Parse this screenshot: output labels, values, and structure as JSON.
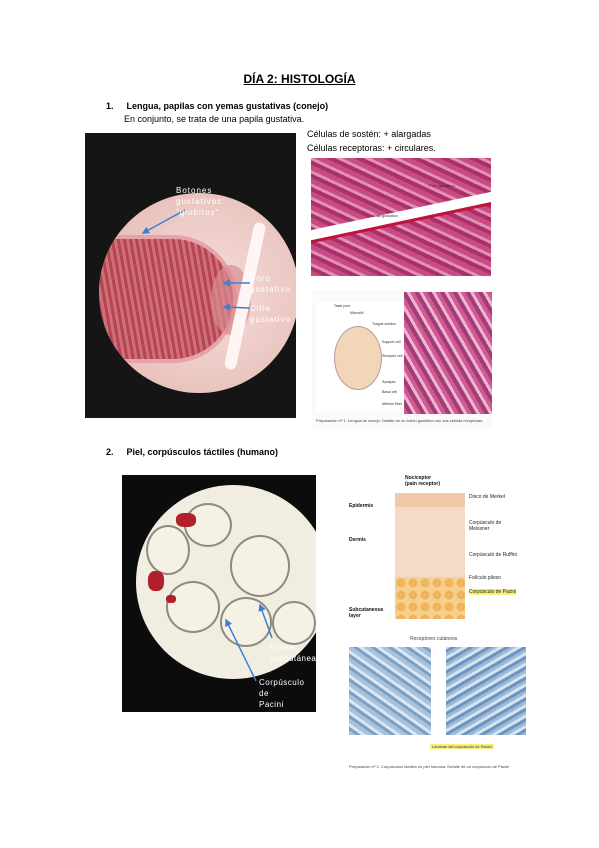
{
  "title": "DÍA 2: HISTOLOGÍA",
  "section1": {
    "number": "1.",
    "heading": "Lengua, papilas con yemas gustativas (conejo)",
    "intro": "En conjunto, se trata de una papila gustativa.",
    "note1": "Células de sostén: + alargadas",
    "note2": "Células receptoras: + circulares.",
    "photo_labels": {
      "botones_l1": "Botones",
      "botones_l2": "gustativos:",
      "botones_l3": "\"globitos\"",
      "poro_l1": "Poro",
      "poro_l2": "gustativo",
      "cilia_l1": "Cilia",
      "cilia_l2": "gustativo"
    },
    "micro_labels": [
      "Poro gustativo",
      "Cilia gustativo"
    ],
    "diagram_labels": [
      "Taste pore",
      "Microvilli",
      "Tongue surface",
      "Support cell",
      "Receptor cell",
      "Synapse",
      "Basal cell",
      "Afferent fiber"
    ],
    "diagram_caption": "Preparación nº 1. Lengua de conejo. Detalle de un botón gustativo con sus células receptoras."
  },
  "section2": {
    "number": "2.",
    "heading": "Piel, corpúsculos táctiles (humano)",
    "photo_labels": {
      "grasa_l1": "Grasa",
      "grasa_l2": "subcutánea",
      "pacini_l1": "Corpúsculo de",
      "pacini_l2": "Pacini"
    },
    "diagram": {
      "nociceptor_l1": "Nociceptor",
      "nociceptor_l2": "(pain receptor)",
      "epidermis": "Epidermis",
      "dermis": "Dermis",
      "subcutaneous_l1": "Subcutaneous",
      "subcutaneous_l2": "layer",
      "merkel": "Disco de Merkel",
      "meissner": "Corpúsculo de Meissner",
      "ruffini": "Corpúsculo de Ruffini",
      "foliculo": "Folículo piloso",
      "pacini": "Corpúsculo de Pacini",
      "receptores": "Receptores cutáneos"
    },
    "micro_caption": "Láminas del corpúsculo de Pacini",
    "figure_caption": "Preparación nº 2. Corpúsculos táctiles en piel humana. Detalle de un corpúsculo de Pacini"
  },
  "colors": {
    "annotation_arrow": "#3d7fd6",
    "highlight": "#f6ef7a"
  }
}
